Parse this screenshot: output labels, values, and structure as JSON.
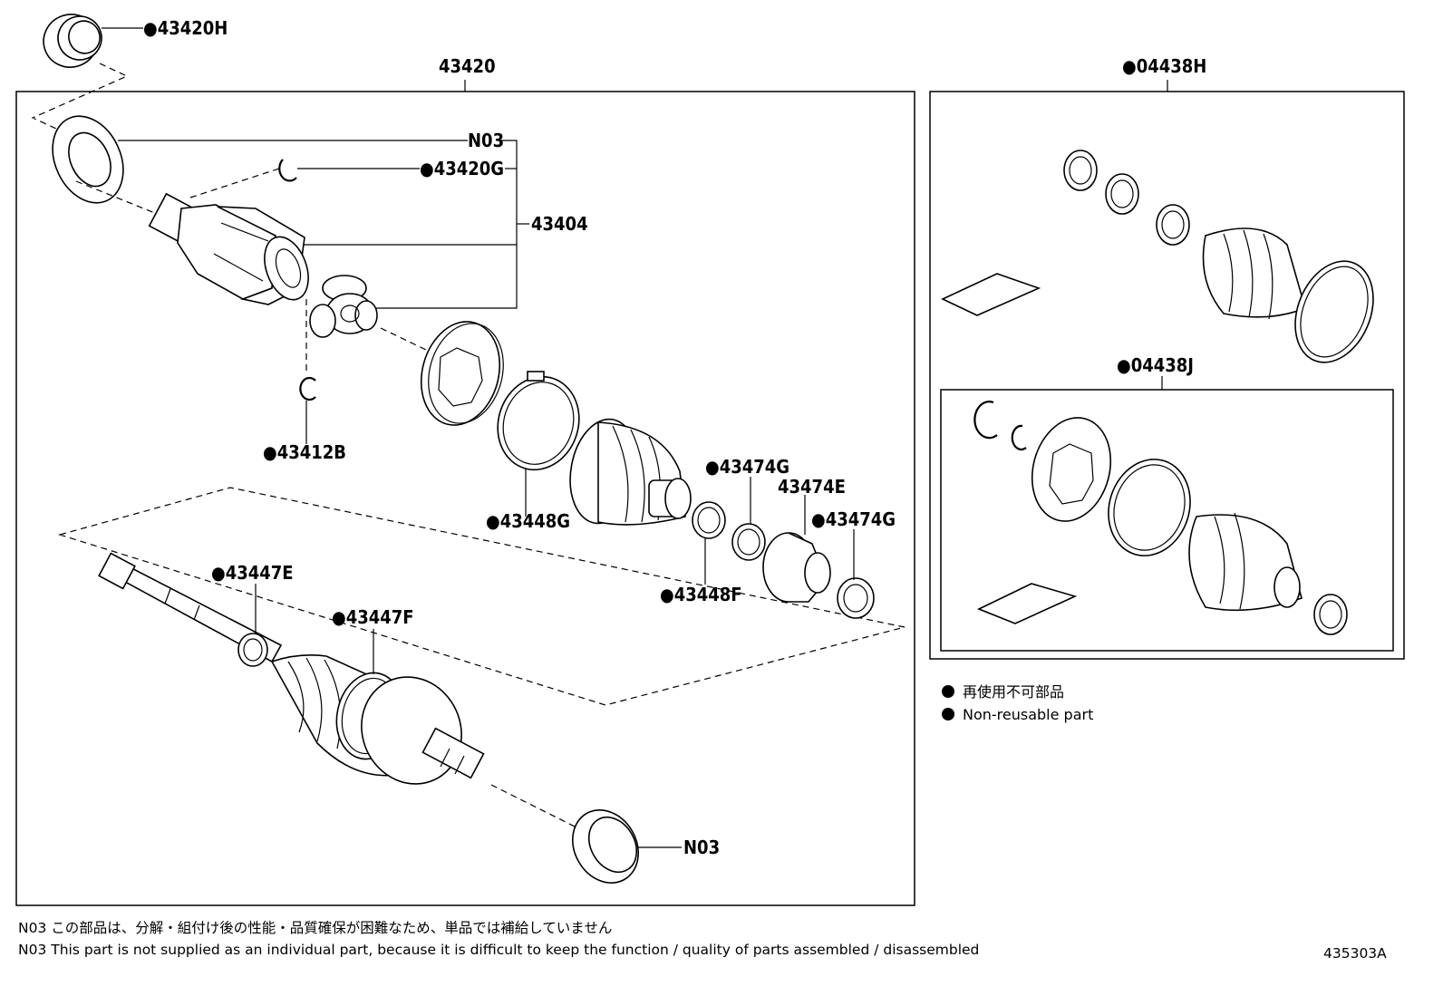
{
  "labels": {
    "assembly": "43420",
    "outer_seal": "●43420H",
    "n03_top": "N03",
    "snap_ring_top": "●43420G",
    "inner_joint": "43404",
    "snap_ring_tripod": "●43412B",
    "boot_clamp_large": "●43448G",
    "small_clamp_a": "●43474G",
    "damper": "43474E",
    "small_clamp_b": "●43474G",
    "boot_clamp_small": "●43448F",
    "outer_clamp_small": "●43447E",
    "outer_clamp_large": "●43447F",
    "n03_bottom": "N03",
    "boot_kit_outer": "●04438H",
    "boot_kit_inner": "●04438J"
  },
  "legend": {
    "jp": "再使用不可部品",
    "en": "Non-reusable part"
  },
  "notes": {
    "jp": "N03 この部品は、分解・組付け後の性能・品質確保が困難なため、単品では補給していません",
    "en": "N03 This part is not supplied as an  individual part, because it is difficult to keep the function / quality of parts assembled / disassembled"
  },
  "diagram_code": "435303A"
}
